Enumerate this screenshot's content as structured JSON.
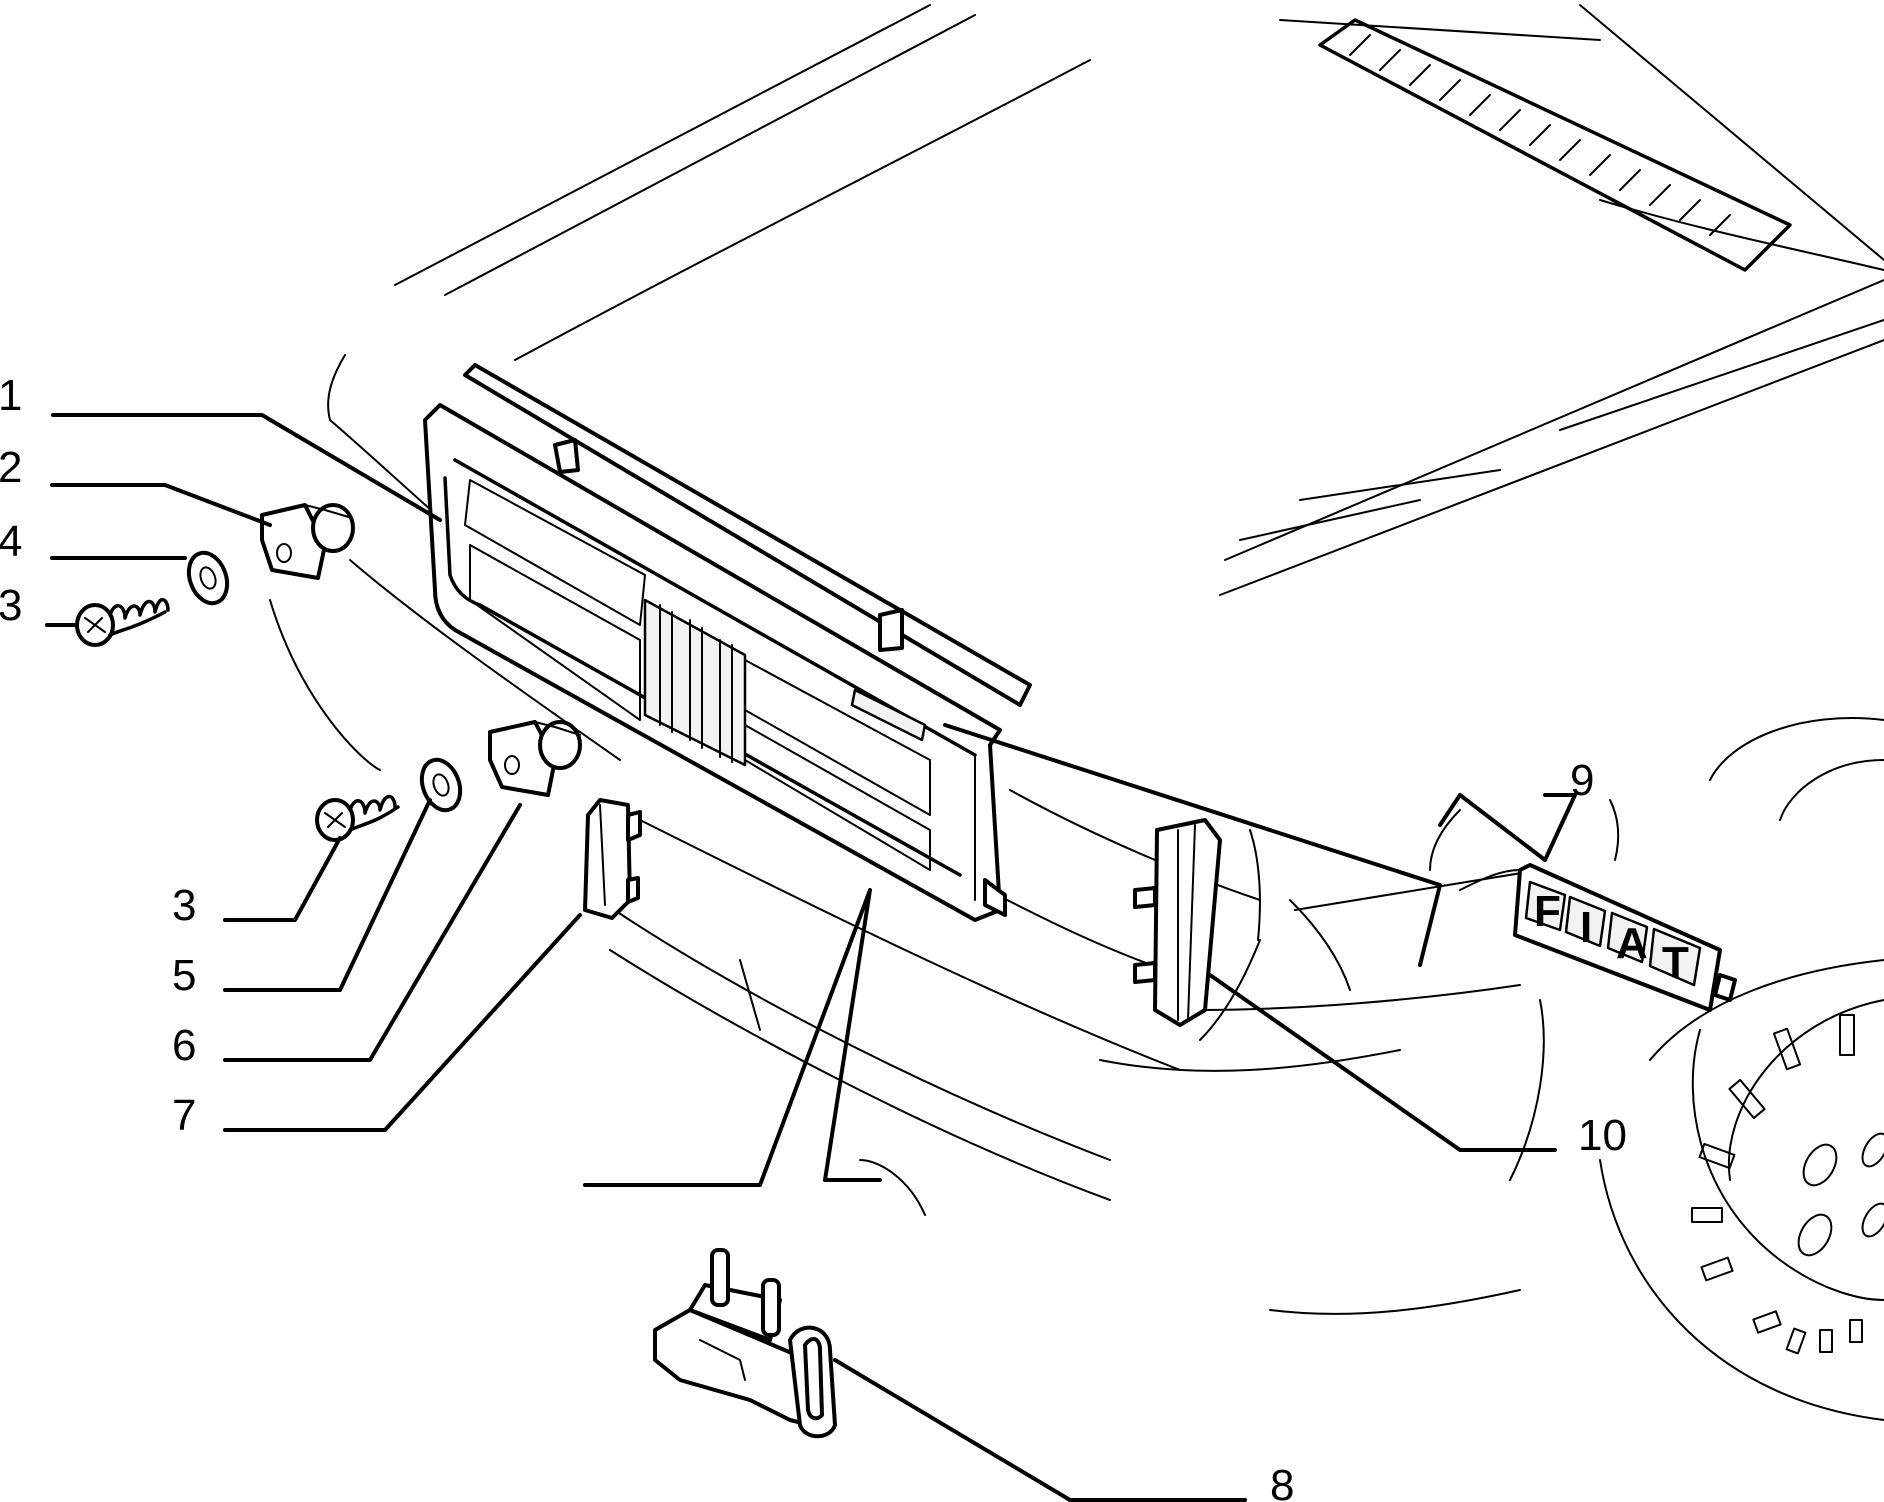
{
  "diagram": {
    "callouts": [
      "1",
      "2",
      "4",
      "3",
      "3",
      "5",
      "6",
      "7",
      "8",
      "9",
      "10"
    ],
    "badge_text": [
      "F",
      "I",
      "A",
      "T"
    ]
  },
  "colors": {
    "ink": "#000000",
    "paper": "#ffffff"
  }
}
